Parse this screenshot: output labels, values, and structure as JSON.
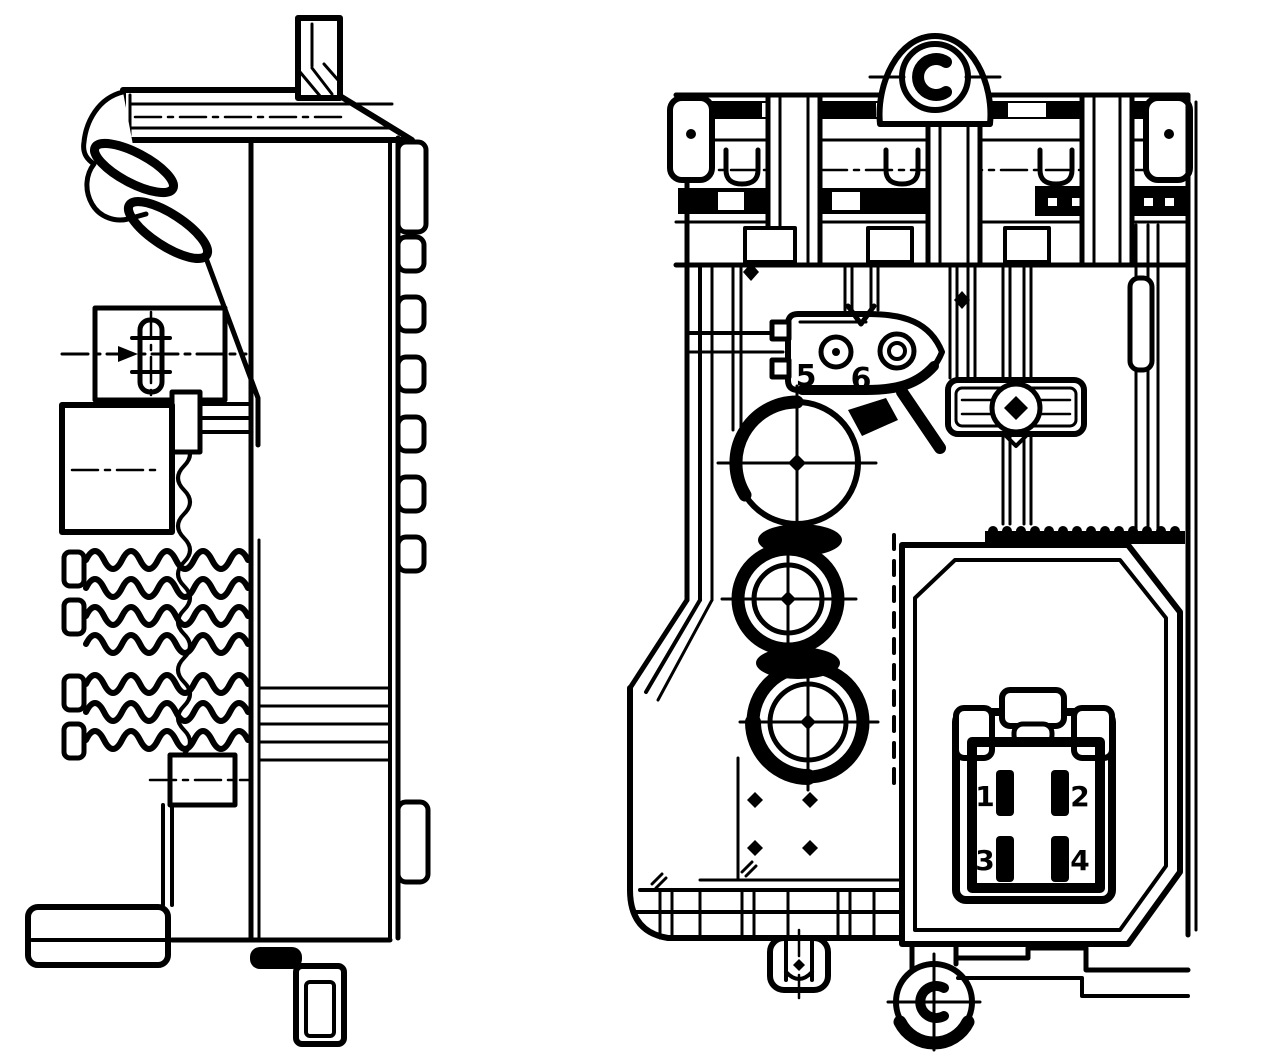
{
  "drawing": {
    "background_color": "#ffffff",
    "line_color": "#000000",
    "labels": {
      "terminal_5": "5",
      "terminal_6": "6",
      "pin_1": "1",
      "pin_2": "2",
      "pin_3": "3",
      "pin_4": "4"
    }
  }
}
